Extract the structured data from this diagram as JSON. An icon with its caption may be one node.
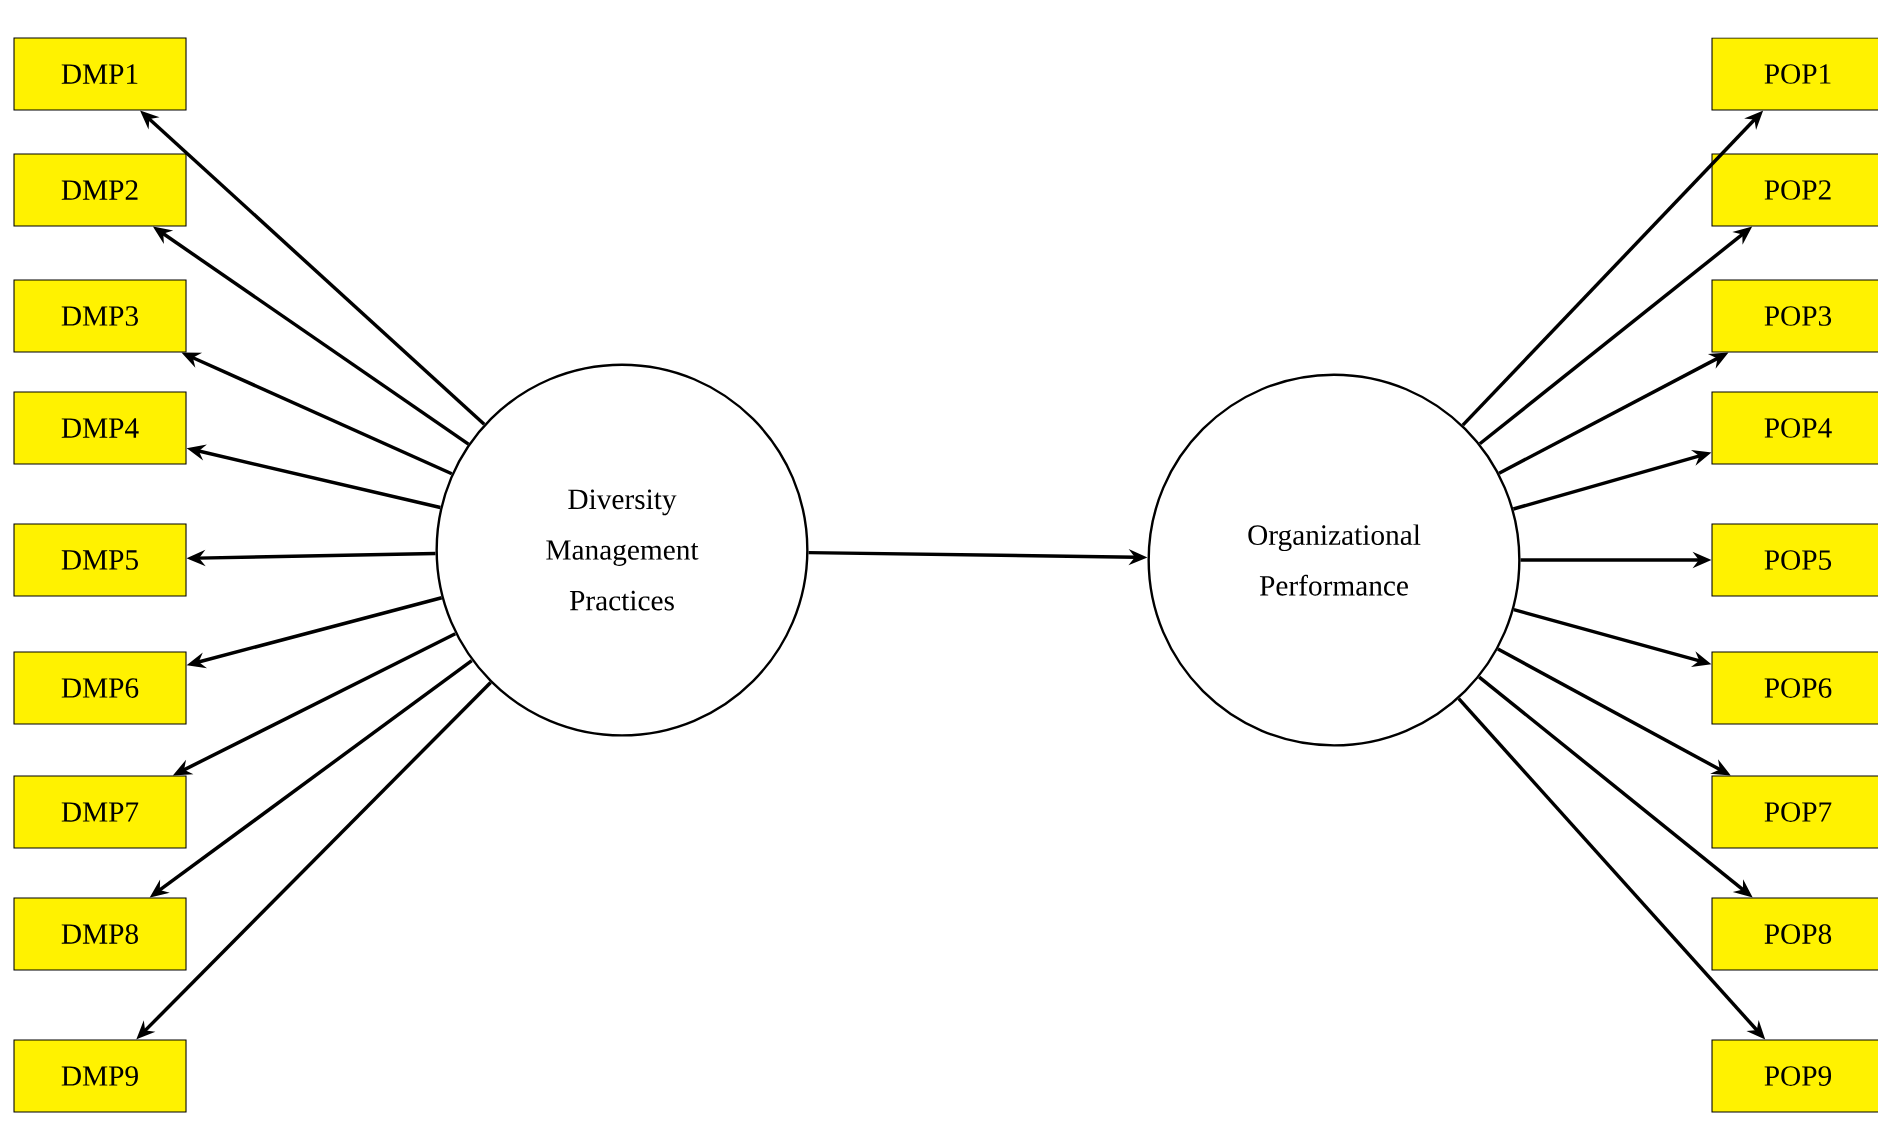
{
  "diagram": {
    "nodes": [
      {
        "text": [
          "DMP1"
        ]
      },
      {
        "text": [
          "DMP2"
        ]
      },
      {
        "text": [
          "DMP3"
        ]
      },
      {
        "text": [
          "DMP4"
        ]
      },
      {
        "text": [
          "DMP5"
        ]
      },
      {
        "text": [
          "DMP6"
        ]
      },
      {
        "text": [
          "DMP7"
        ]
      },
      {
        "text": [
          "DMP8"
        ]
      },
      {
        "text": [
          "DMP9"
        ]
      },
      {
        "text": [
          "Diversity Management Practices"
        ]
      },
      {
        "text": [
          "Organizational Performance"
        ]
      },
      {
        "text": [
          "POP1"
        ]
      },
      {
        "text": [
          "POP2"
        ]
      },
      {
        "text": [
          "POP3"
        ]
      },
      {
        "text": [
          "POP4"
        ]
      },
      {
        "text": [
          "POP5"
        ]
      },
      {
        "text": [
          "POP6"
        ]
      },
      {
        "text": [
          "POP7"
        ]
      },
      {
        "text": [
          "POP8"
        ]
      },
      {
        "text": [
          "POP9"
        ]
      }
    ],
    "edges": [
      {
        "from": 9,
        "to": 0,
        "arrow": "to"
      },
      {
        "from": 9,
        "to": 1,
        "arrow": "to"
      },
      {
        "from": 9,
        "to": 2,
        "arrow": "to"
      },
      {
        "from": 9,
        "to": 3,
        "arrow": "to"
      },
      {
        "from": 9,
        "to": 4,
        "arrow": "to"
      },
      {
        "from": 9,
        "to": 5,
        "arrow": "to"
      },
      {
        "from": 9,
        "to": 6,
        "arrow": "to"
      },
      {
        "from": 9,
        "to": 7,
        "arrow": "to"
      },
      {
        "from": 9,
        "to": 8,
        "arrow": "to"
      },
      {
        "from": 9,
        "to": 10,
        "arrow": "to"
      },
      {
        "from": 10,
        "to": 11,
        "arrow": "to"
      },
      {
        "from": 10,
        "to": 12,
        "arrow": "to"
      },
      {
        "from": 10,
        "to": 13,
        "arrow": "to"
      },
      {
        "from": 10,
        "to": 14,
        "arrow": "to"
      },
      {
        "from": 10,
        "to": 15,
        "arrow": "to"
      },
      {
        "from": 10,
        "to": 16,
        "arrow": "to"
      },
      {
        "from": 10,
        "to": 17,
        "arrow": "to"
      },
      {
        "from": 10,
        "to": 18,
        "arrow": "to"
      },
      {
        "from": 10,
        "to": 19,
        "arrow": "to"
      }
    ]
  }
}
